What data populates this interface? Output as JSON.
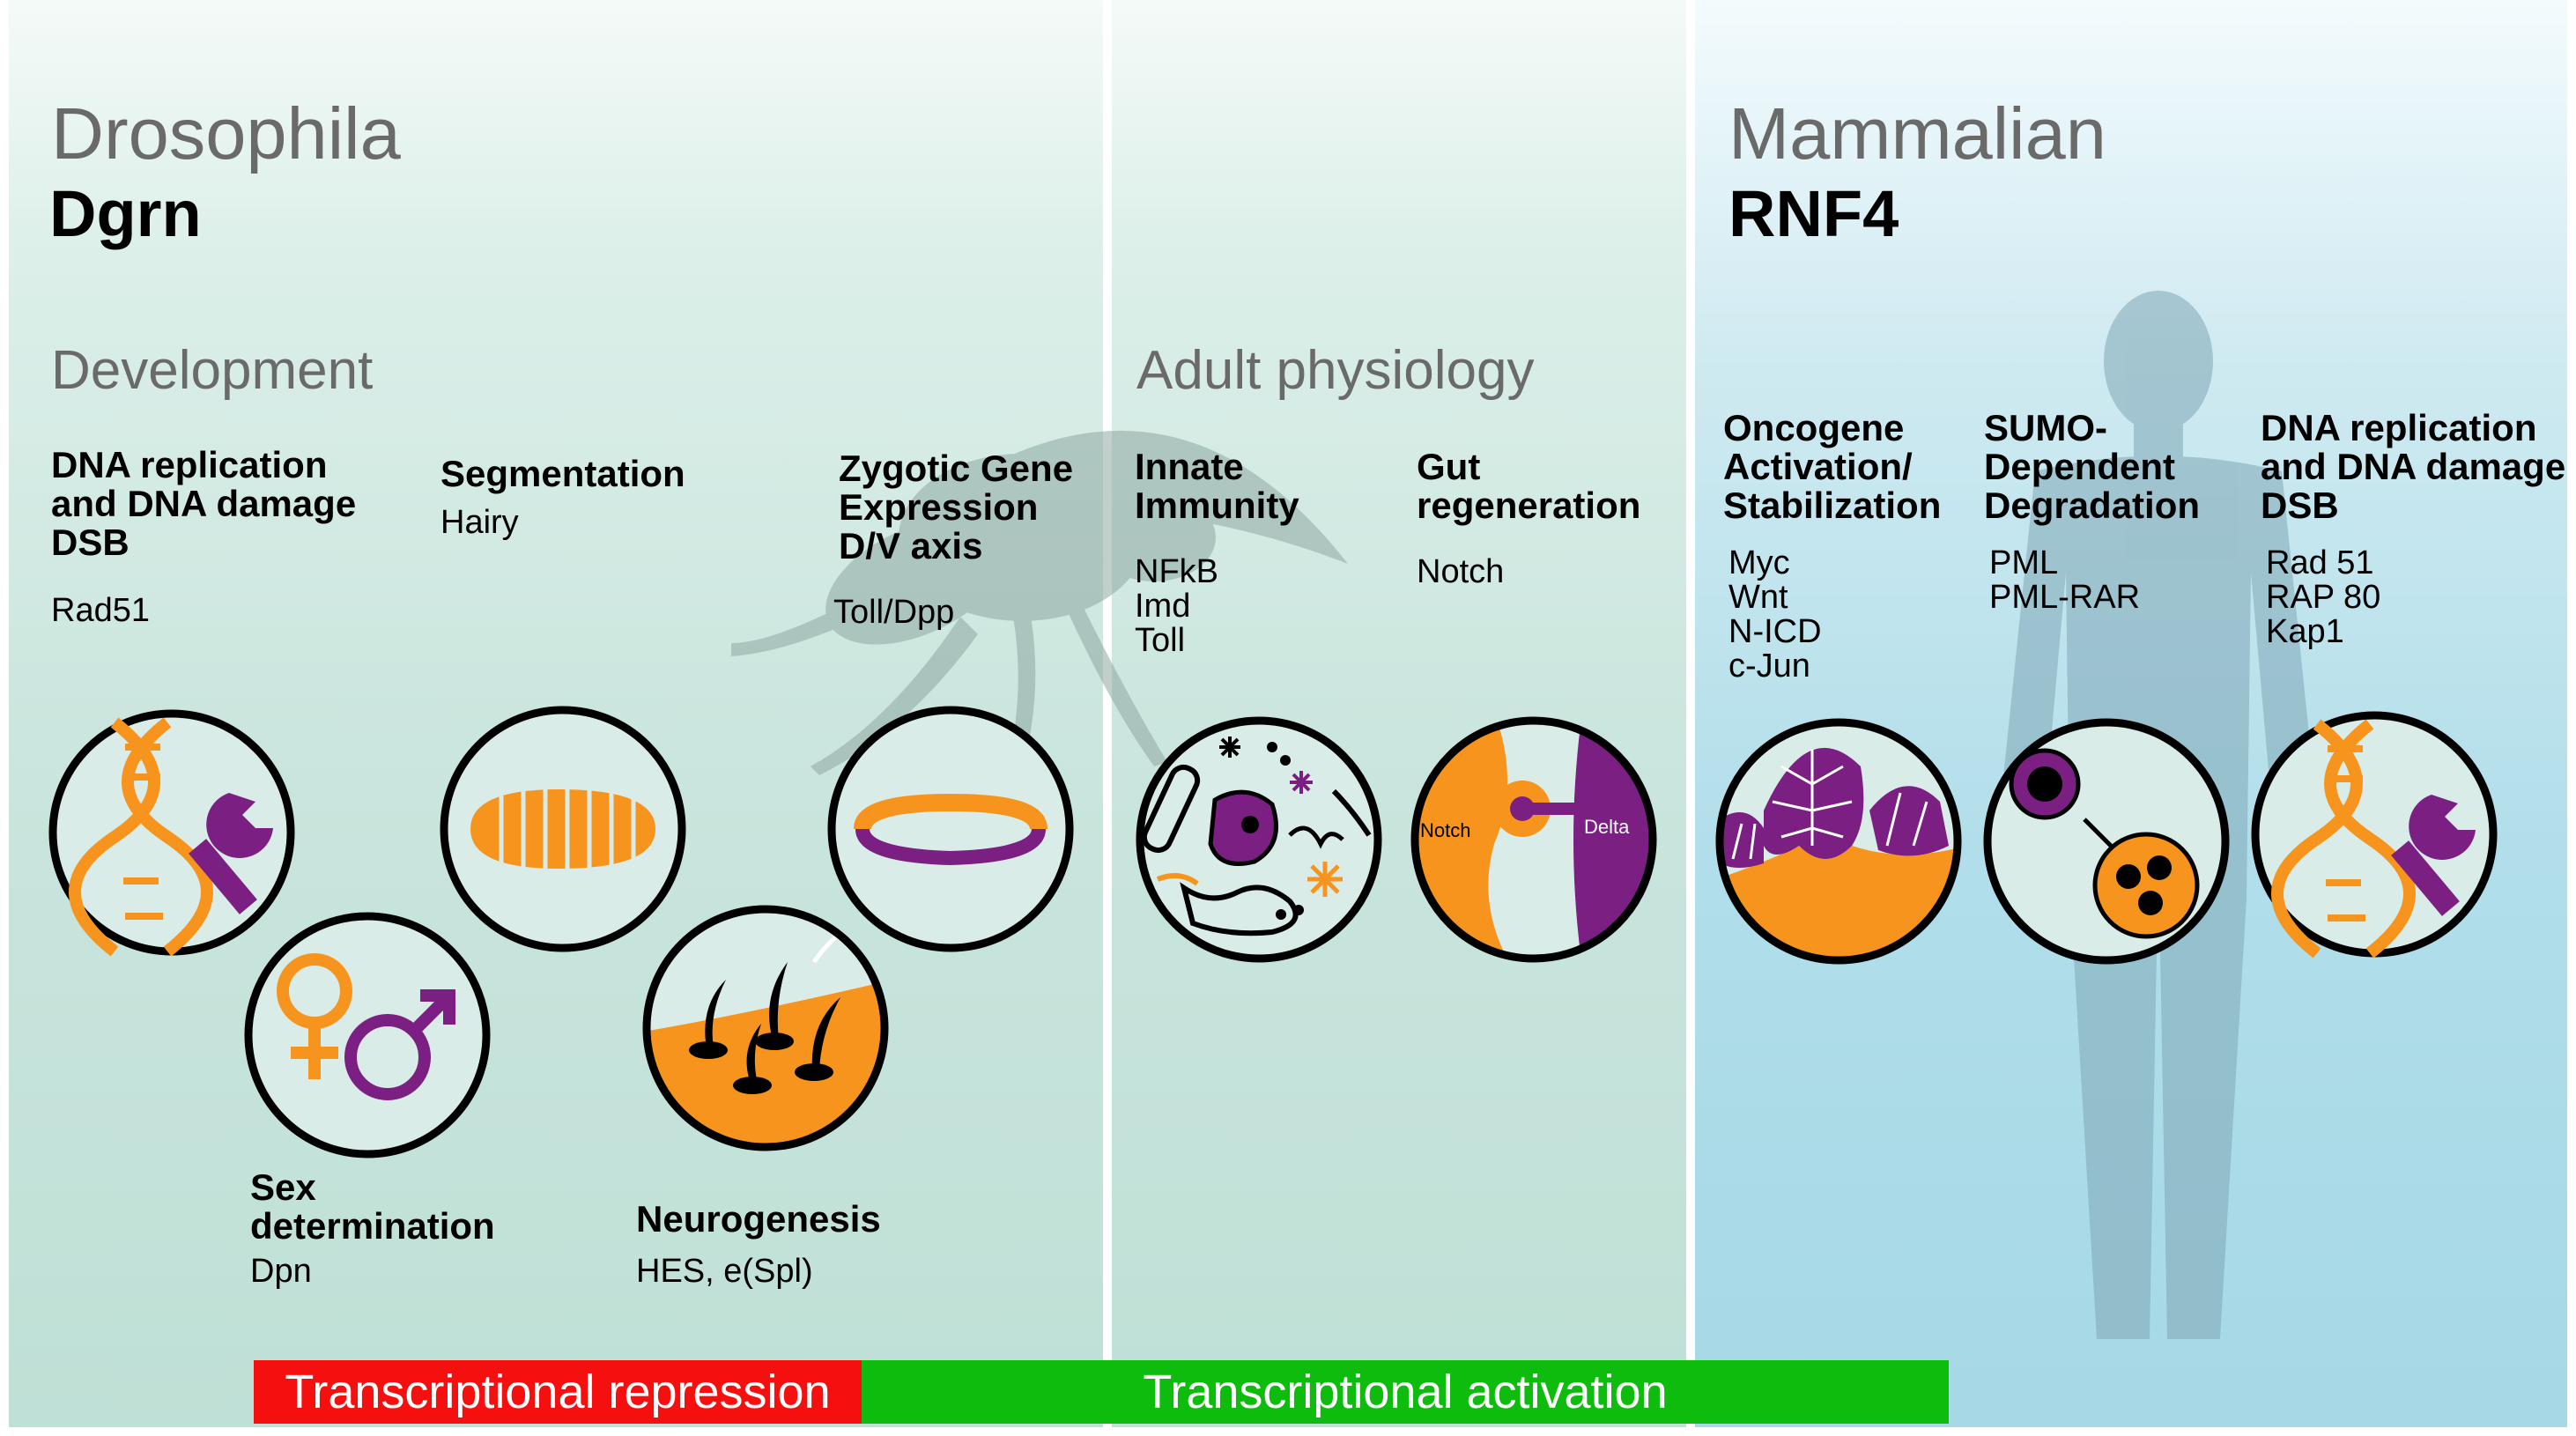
{
  "drosophila": {
    "species": "Drosophila",
    "gene": "Dgrn",
    "section_development": "Development",
    "section_adult": "Adult physiology"
  },
  "mammalian": {
    "species": "Mammalian",
    "gene": "RNF4"
  },
  "development": {
    "dna": {
      "title": "DNA replication\nand DNA damage\nDSB",
      "genes": "Rad51"
    },
    "segmentation": {
      "title": "Segmentation",
      "genes": "Hairy"
    },
    "zygotic": {
      "title": "Zygotic Gene\nExpression\nD/V axis",
      "genes": "Toll/Dpp"
    },
    "sex": {
      "title": "Sex\ndetermination",
      "genes": "Dpn"
    },
    "neuro": {
      "title": "Neurogenesis",
      "genes": "HES, e(Spl)"
    }
  },
  "adult": {
    "immunity": {
      "title": "Innate\nImmunity",
      "genes": "NFkB\nImd\nToll"
    },
    "gut": {
      "title": "Gut\nregeneration",
      "genes": "Notch",
      "label_notch": "Notch",
      "label_delta": "Delta"
    }
  },
  "mammal_functions": {
    "oncogene": {
      "title": "Oncogene\nActivation/\nStabilization",
      "genes": "Myc\nWnt\nN-ICD\nc-Jun"
    },
    "sumo": {
      "title": "SUMO-\nDependent\nDegradation",
      "genes": "PML\nPML-RAR"
    },
    "dna": {
      "title": "DNA replication\nand DNA damage\nDSB",
      "genes": "Rad 51\nRAP 80\nKap1"
    }
  },
  "bars": {
    "repression": "Transcriptional repression",
    "activation": "Transcriptional activation"
  },
  "colors": {
    "orange": "#f7941d",
    "purple": "#7b1f82",
    "circle_fill": "#d9ece8"
  }
}
